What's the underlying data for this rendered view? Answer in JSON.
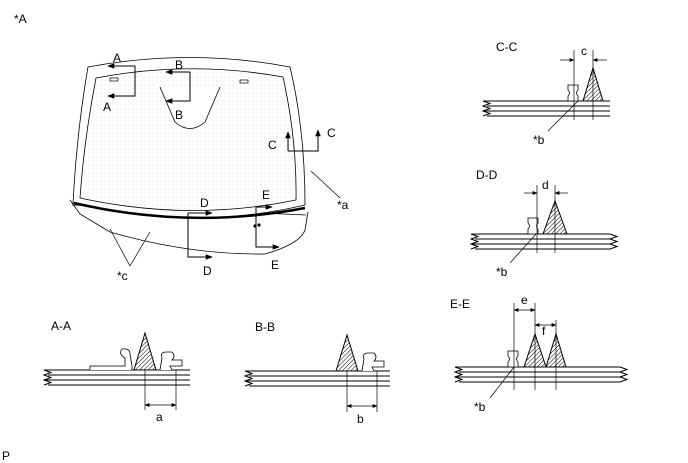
{
  "figure_id": "*A",
  "callouts": {
    "a": "*a",
    "b": "*b",
    "c": "*c"
  },
  "main_view": {
    "section_marks": {
      "A1": "A",
      "A2": "A",
      "B1": "B",
      "B2": "B",
      "C1": "C",
      "C2": "C",
      "D1": "D",
      "D2": "D",
      "E1": "E",
      "E2": "E"
    }
  },
  "sections": {
    "cc": {
      "title": "C-C",
      "dim": "c",
      "callout": "*b"
    },
    "dd": {
      "title": "D-D",
      "dim": "d",
      "callout": "*b"
    },
    "ee": {
      "title": "E-E",
      "dim1": "e",
      "dim2": "f",
      "callout": "*b"
    },
    "aa": {
      "title": "A-A",
      "dim": "a"
    },
    "bb": {
      "title": "B-B",
      "dim": "b"
    }
  },
  "footer_code": "P"
}
